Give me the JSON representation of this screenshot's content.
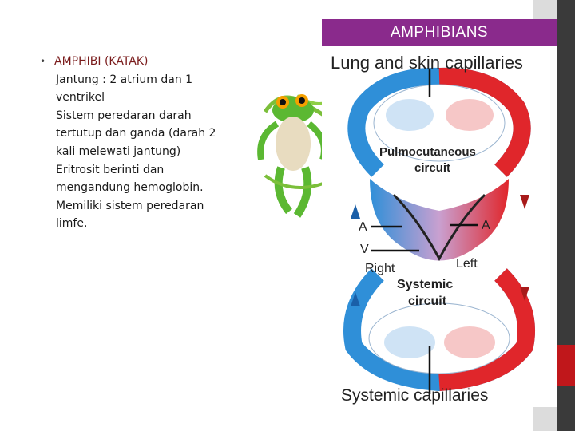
{
  "bullet": {
    "heading": "AMPHIBI (KATAK)",
    "lines": [
      "Jantung : 2 atrium dan 1",
      "ventrikel",
      "Sistem peredaran darah",
      "tertutup dan ganda (darah 2",
      "kali melewati jantung)",
      "Eritrosit berinti dan",
      "mengandung hemoglobin.",
      "Memiliki sistem peredaran",
      "limfe."
    ]
  },
  "figure": {
    "header": "AMPHIBIANS",
    "top_label": "Lung and skin capillaries",
    "pulmo_label_1": "Pulmocutaneous",
    "pulmo_label_2": "circuit",
    "atrium_left": "A",
    "atrium_right": "A",
    "ventricle": "V",
    "right_label": "Right",
    "left_label": "Left",
    "systemic_label_1": "Systemic",
    "systemic_label_2": "circuit",
    "bottom_label": "Systemic capillaries"
  },
  "colors": {
    "header_bg": "#8a2a8c",
    "heading_text": "#7a1c1c",
    "blood_red": "#e0262b",
    "blood_blue": "#2f8fd8",
    "accent_red": "#c0171b"
  }
}
